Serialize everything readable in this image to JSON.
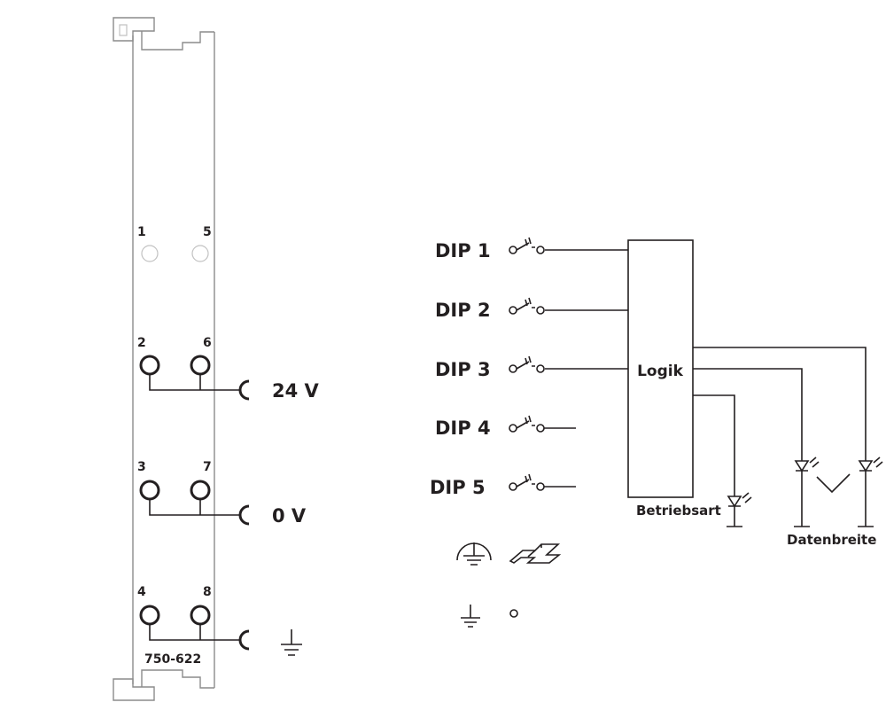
{
  "module": {
    "part_number": "750-622",
    "pin_labels": [
      "1",
      "5",
      "2",
      "6",
      "3",
      "7",
      "4",
      "8"
    ]
  },
  "supply": {
    "positive": "24 V",
    "negative": "0 V",
    "ground_icon": "earth-ground-icon"
  },
  "dip_switches": [
    "DIP 1",
    "DIP 2",
    "DIP 3",
    "DIP 4",
    "DIP 5"
  ],
  "logic_block": {
    "label": "Logik"
  },
  "outputs": {
    "mode_label": "Betriebsart",
    "width_label": "Datenbreite"
  },
  "symbols": {
    "protective_earth": "protective-earth-icon",
    "din_rail": "din-rail-icon",
    "ground": "ground-icon"
  },
  "colors": {
    "line": "#231f20",
    "housing": "#8c8c8c"
  }
}
